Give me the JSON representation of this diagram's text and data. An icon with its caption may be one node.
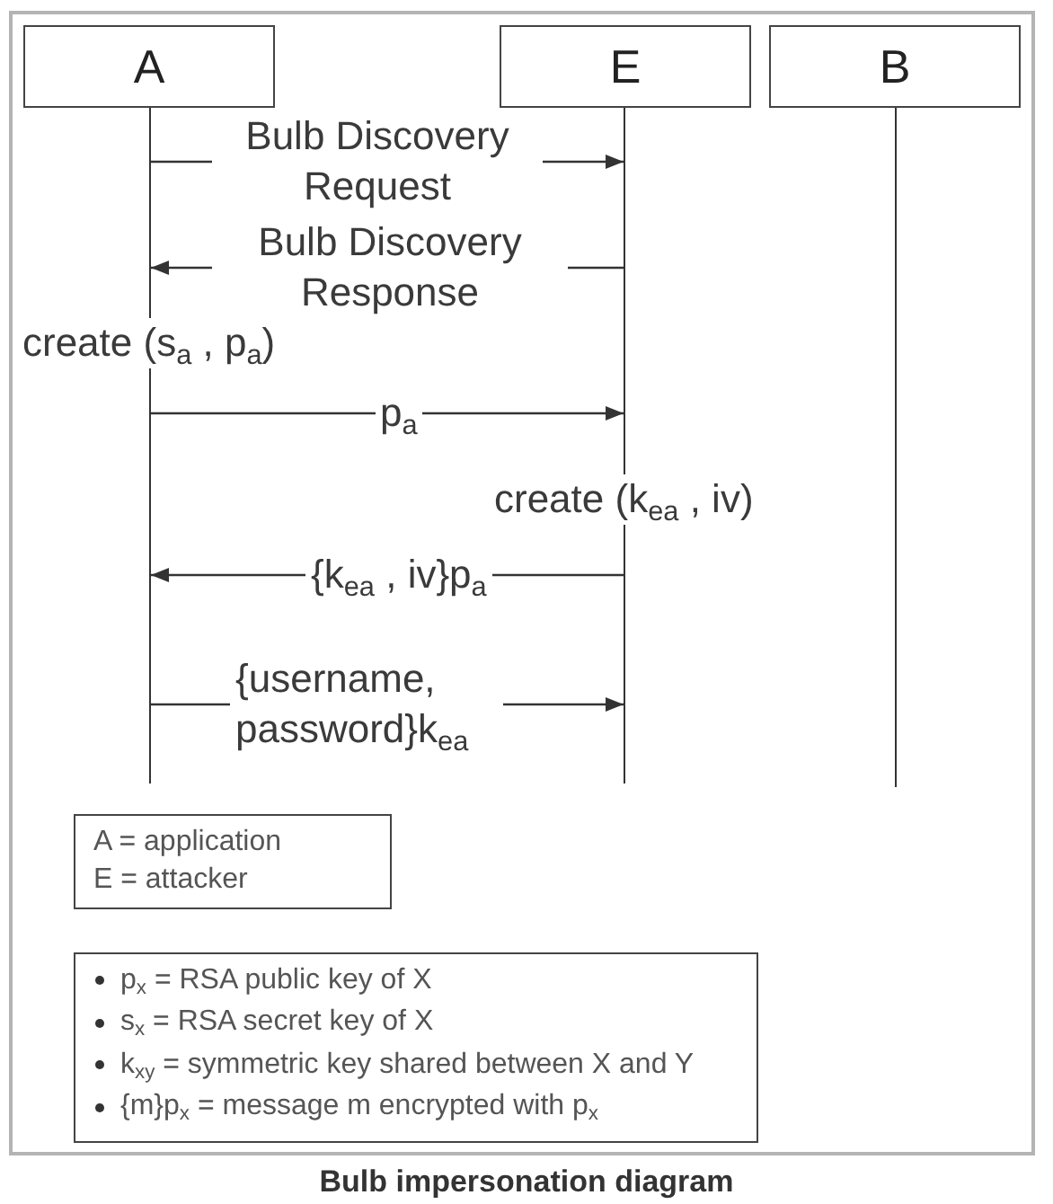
{
  "diagram": {
    "caption": "Bulb impersonation diagram",
    "nodes": [
      {
        "text": [
          "A"
        ]
      },
      {
        "text": [
          "E"
        ]
      },
      {
        "text": [
          "B"
        ]
      },
      {
        "text": [],
        "shape": "line"
      },
      {
        "text": [],
        "shape": "line"
      },
      {
        "text": [],
        "shape": "line"
      },
      {
        "text": [
          "A = application",
          "E = attacker"
        ]
      },
      {
        "text": [
          "p$_{x}$ = RSA public key of X",
          "s$_{x}$ = RSA secret key of X",
          "k$_{xy}$ = symmetric key shared between X and Y",
          "{m}p$_{x}$ = message m encrypted with p$_{x}$"
        ]
      }
    ],
    "edges": [
      {
        "from": 3,
        "to": 4,
        "arrow": "to",
        "label": "Bulb Discovery Request"
      },
      {
        "from": 4,
        "to": 3,
        "arrow": "to",
        "label": "Bulb Discovery Response"
      },
      {
        "from": 3,
        "to": 4,
        "arrow": "to",
        "label": "p$_{a}$"
      },
      {
        "from": 4,
        "to": 3,
        "arrow": "to",
        "label": "{k$_{ea}$ , iv}p$_{a}$"
      },
      {
        "from": 3,
        "to": 4,
        "arrow": "to",
        "label": "{username, password}k$_{ea}$"
      }
    ],
    "labels": [
      "create (s$_{a}$ , p$_{a}$)",
      "create (k$_{ea}$ , iv)"
    ]
  }
}
